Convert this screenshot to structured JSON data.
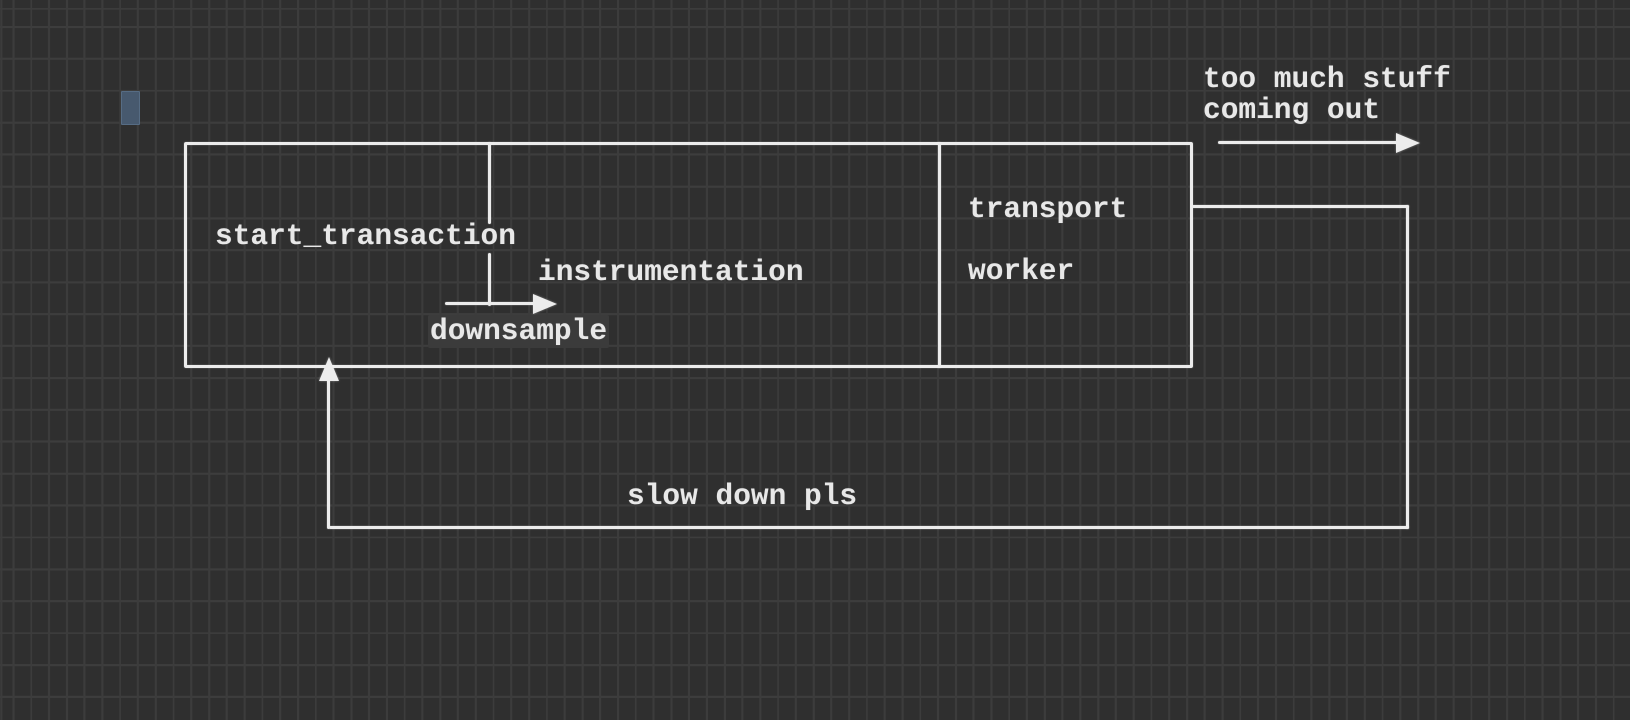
{
  "colors": {
    "background": "#2f2f2f",
    "grid_line": "#3c3c3c",
    "stroke": "#ececec",
    "text": "#e8e8e8",
    "cursor": "#47596e",
    "label_highlight": "#3b3b3b"
  },
  "labels": {
    "start_transaction": "start_transaction",
    "instrumentation": "instrumentation",
    "transport": "transport",
    "worker": "worker",
    "downsample": "downsample",
    "overflow_note_line1": "too much stuff",
    "overflow_note_line2": "coming out",
    "backpressure_note": "slow down pls"
  }
}
